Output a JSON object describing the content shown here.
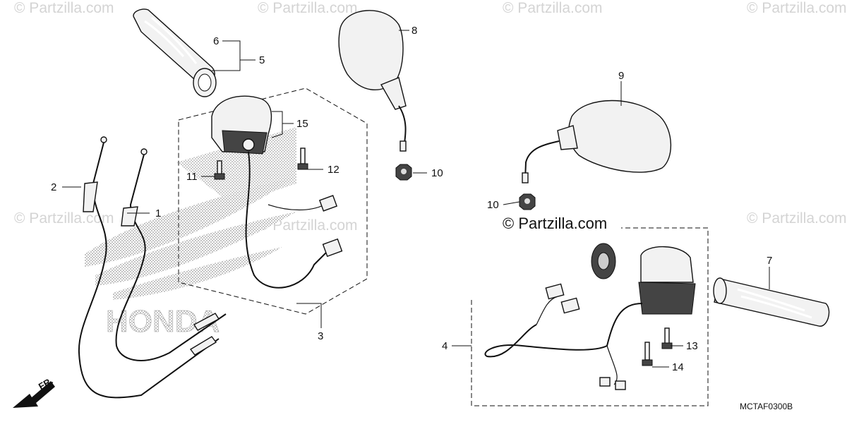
{
  "watermark": {
    "text": "© Partzilla.com",
    "main_text": "© Partzilla.com"
  },
  "logo": {
    "text": "HONDA"
  },
  "direction": {
    "label": "FR."
  },
  "diagram_code": "MCTAF0300B",
  "callouts": {
    "c1": "1",
    "c2": "2",
    "c3": "3",
    "c4": "4",
    "c5": "5",
    "c6": "6",
    "c7": "7",
    "c8": "8",
    "c9": "9",
    "c10a": "10",
    "c10b": "10",
    "c11": "11",
    "c12": "12",
    "c13": "13",
    "c14": "14",
    "c15": "15"
  }
}
